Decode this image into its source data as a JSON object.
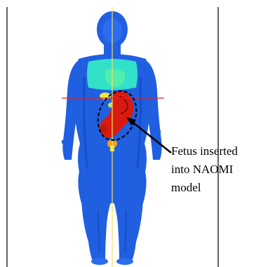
{
  "figure": {
    "annotation": {
      "lines": [
        "Fetus inserted",
        "into NAOMI",
        "model"
      ]
    },
    "colors": {
      "background": "#ffffff",
      "frame_lines": "#000000",
      "body_surface": "#1f5fe0",
      "body_shadow": "#0d3fb5",
      "lungs": "#33e0c8",
      "heart": "#59f0a8",
      "liver_highlight": "#f0e640",
      "uterus": "#d81b10",
      "uterus_dark": "#8f0c06",
      "midline": "#f0e06a",
      "horizontal_guide": "#e82020",
      "ellipse_outline": "#000000",
      "arrow": "#000000"
    }
  }
}
